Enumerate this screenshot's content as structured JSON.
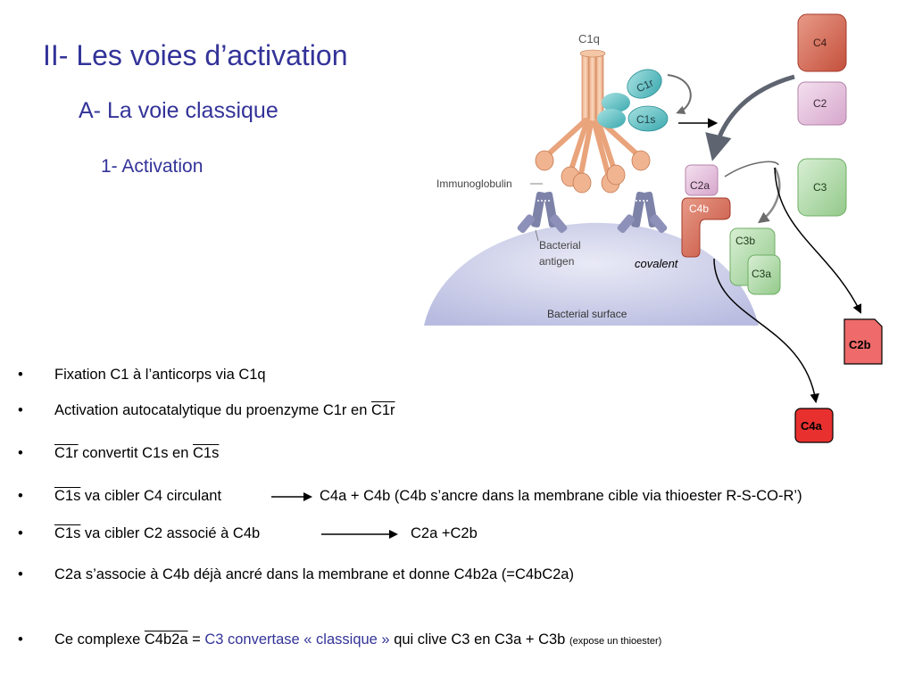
{
  "title": "II- Les voies d’activation",
  "subtitle": "A- La voie classique",
  "section": "1- Activation",
  "diagram": {
    "c1q": "C1q",
    "c1r": "C1r",
    "c1s": "C1s",
    "immunoglobulin": "Immunoglobulin",
    "bacterial_antigen_1": "Bacterial",
    "bacterial_antigen_2": "antigen",
    "bacterial_surface": "Bacterial surface",
    "c4": "C4",
    "c2": "C2",
    "c3": "C3",
    "c2a": "C2a",
    "c4b": "C4b",
    "c3b": "C3b",
    "c3a": "C3a",
    "covalent": "covalent",
    "c2b": "C2b",
    "c4a": "C4a"
  },
  "bullets": [
    {
      "dot": "•",
      "text": "Fixation C1 à l’anticorps via C1q"
    },
    {
      "dot": "•",
      "text_before": "Activation autocatalytique du proenzyme C1r en ",
      "text_ov": "C1r"
    },
    {
      "dot": "•",
      "text_ov": "C1r",
      "text_after": " convertit C1s en ",
      "text_ov2": "C1s"
    },
    {
      "dot": "•",
      "text_ov": "C1s",
      "text_after": " va cibler C4 circulant",
      "result": "C4a + C4b (C4b s’ancre dans la membrane cible via thioester R-S-CO-R’)"
    },
    {
      "dot": "•",
      "text_ov": "C1s",
      "text_after": " va cibler C2 associé à C4b",
      "result": "C2a +C2b"
    },
    {
      "dot": "•",
      "text": "C2a s’associe à C4b déjà ancré dans la membrane et donne C4b2a (=C4bC2a)"
    },
    {
      "dot": "•",
      "text_before": "Ce complexe ",
      "text_ov": "C4b2a",
      "text_eq": " = ",
      "text_blue": "C3 convertase « classique »",
      "text_after": " qui clive C3 en C3a + C3b ",
      "text_small": "(expose un thioester)"
    }
  ]
}
